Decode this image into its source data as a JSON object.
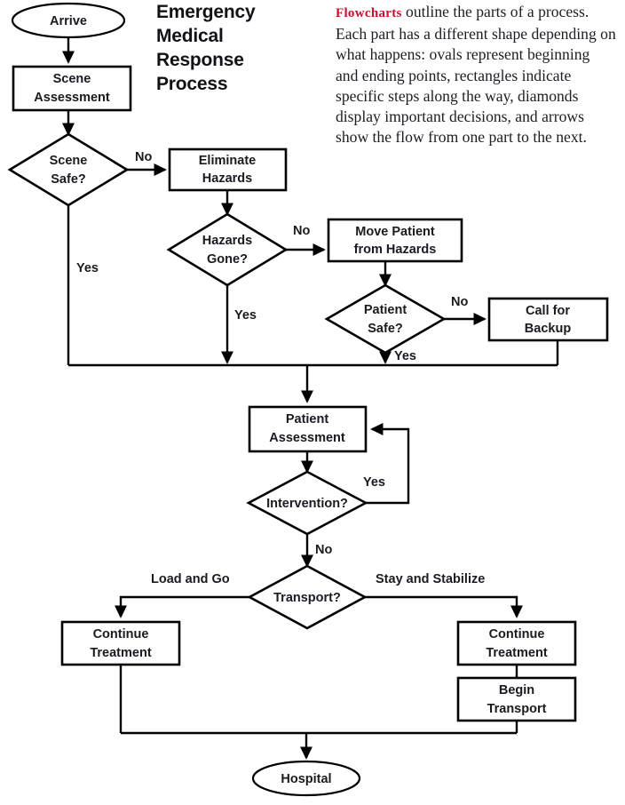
{
  "title": {
    "lines": [
      "Emergency",
      "Medical",
      "Response",
      "Process"
    ],
    "full": "Emergency Medical Response Process"
  },
  "blurb": {
    "lead": "Flowcharts",
    "body": " outline the parts of a process. Each part has a different shape depending on what happens: ovals represent beginning and ending points, rectangles indicate specific steps along the way, diamonds display important decisions, and arrows show the flow from one part to the next.",
    "lead_color": "#c8102e"
  },
  "chart_data": {
    "type": "diagram",
    "diagram_kind": "flowchart",
    "title": "Emergency Medical Response Process",
    "nodes": [
      {
        "id": "arrive",
        "shape": "oval",
        "label": "Arrive",
        "lines": [
          "Arrive"
        ]
      },
      {
        "id": "scene_assess",
        "shape": "rectangle",
        "label": "Scene Assessment",
        "lines": [
          "Scene",
          "Assessment"
        ]
      },
      {
        "id": "scene_safe",
        "shape": "diamond",
        "label": "Scene Safe?",
        "lines": [
          "Scene",
          "Safe?"
        ]
      },
      {
        "id": "elim_hazards",
        "shape": "rectangle",
        "label": "Eliminate Hazards",
        "lines": [
          "Eliminate",
          "Hazards"
        ]
      },
      {
        "id": "hazards_gone",
        "shape": "diamond",
        "label": "Hazards Gone?",
        "lines": [
          "Hazards",
          "Gone?"
        ]
      },
      {
        "id": "move_patient",
        "shape": "rectangle",
        "label": "Move Patient from Hazards",
        "lines": [
          "Move Patient",
          "from Hazards"
        ]
      },
      {
        "id": "patient_safe",
        "shape": "diamond",
        "label": "Patient Safe?",
        "lines": [
          "Patient",
          "Safe?"
        ]
      },
      {
        "id": "call_backup",
        "shape": "rectangle",
        "label": "Call for Backup",
        "lines": [
          "Call for",
          "Backup"
        ]
      },
      {
        "id": "pt_assess",
        "shape": "rectangle",
        "label": "Patient Assessment",
        "lines": [
          "Patient",
          "Assessment"
        ]
      },
      {
        "id": "intervention",
        "shape": "diamond",
        "label": "Intervention?",
        "lines": [
          "Intervention?"
        ]
      },
      {
        "id": "transport",
        "shape": "diamond",
        "label": "Transport?",
        "lines": [
          "Transport?"
        ]
      },
      {
        "id": "cont_treat_l",
        "shape": "rectangle",
        "label": "Continue Treatment",
        "lines": [
          "Continue",
          "Treatment"
        ]
      },
      {
        "id": "cont_treat_r",
        "shape": "rectangle",
        "label": "Continue Treatment",
        "lines": [
          "Continue",
          "Treatment"
        ]
      },
      {
        "id": "begin_trans",
        "shape": "rectangle",
        "label": "Begin Transport",
        "lines": [
          "Begin",
          "Transport"
        ]
      },
      {
        "id": "hospital",
        "shape": "oval",
        "label": "Hospital",
        "lines": [
          "Hospital"
        ]
      }
    ],
    "edges": [
      {
        "from": "arrive",
        "to": "scene_assess",
        "label": ""
      },
      {
        "from": "scene_assess",
        "to": "scene_safe",
        "label": ""
      },
      {
        "from": "scene_safe",
        "to": "elim_hazards",
        "label": "No"
      },
      {
        "from": "scene_safe",
        "to": "pt_assess",
        "label": "Yes"
      },
      {
        "from": "elim_hazards",
        "to": "hazards_gone",
        "label": ""
      },
      {
        "from": "hazards_gone",
        "to": "move_patient",
        "label": "No"
      },
      {
        "from": "hazards_gone",
        "to": "pt_assess",
        "label": "Yes"
      },
      {
        "from": "move_patient",
        "to": "patient_safe",
        "label": ""
      },
      {
        "from": "patient_safe",
        "to": "call_backup",
        "label": "No"
      },
      {
        "from": "patient_safe",
        "to": "pt_assess",
        "label": "Yes"
      },
      {
        "from": "call_backup",
        "to": "pt_assess",
        "label": ""
      },
      {
        "from": "pt_assess",
        "to": "intervention",
        "label": ""
      },
      {
        "from": "intervention",
        "to": "pt_assess",
        "label": "Yes"
      },
      {
        "from": "intervention",
        "to": "transport",
        "label": "No"
      },
      {
        "from": "transport",
        "to": "cont_treat_l",
        "label": "Load and Go"
      },
      {
        "from": "transport",
        "to": "cont_treat_r",
        "label": "Stay and Stabilize"
      },
      {
        "from": "cont_treat_l",
        "to": "hospital",
        "label": ""
      },
      {
        "from": "cont_treat_r",
        "to": "begin_trans",
        "label": ""
      },
      {
        "from": "begin_trans",
        "to": "hospital",
        "label": ""
      }
    ],
    "edge_labels": [
      "No",
      "Yes",
      "No",
      "Yes",
      "No",
      "Yes",
      "Yes",
      "No",
      "Load and Go",
      "Stay and Stabilize"
    ]
  },
  "labels": {
    "arrive": "Arrive",
    "scene_1": "Scene",
    "scene_2": "Assessment",
    "safe_1": "Scene",
    "safe_2": "Safe?",
    "elim_1": "Eliminate",
    "elim_2": "Hazards",
    "hg_1": "Hazards",
    "hg_2": "Gone?",
    "mp_1": "Move Patient",
    "mp_2": "from Hazards",
    "ps_1": "Patient",
    "ps_2": "Safe?",
    "cb_1": "Call for",
    "cb_2": "Backup",
    "pa_1": "Patient",
    "pa_2": "Assessment",
    "intervention": "Intervention?",
    "transport": "Transport?",
    "ctl_1": "Continue",
    "ctl_2": "Treatment",
    "ctr_1": "Continue",
    "ctr_2": "Treatment",
    "bt_1": "Begin",
    "bt_2": "Transport",
    "hospital": "Hospital",
    "no_1": "No",
    "no_2": "No",
    "no_3": "No",
    "no_4": "No",
    "yes_1": "Yes",
    "yes_2": "Yes",
    "yes_3": "Yes",
    "yes_4": "Yes",
    "load_and_go": "Load and Go",
    "stay_and_stabilize": "Stay and Stabilize"
  }
}
